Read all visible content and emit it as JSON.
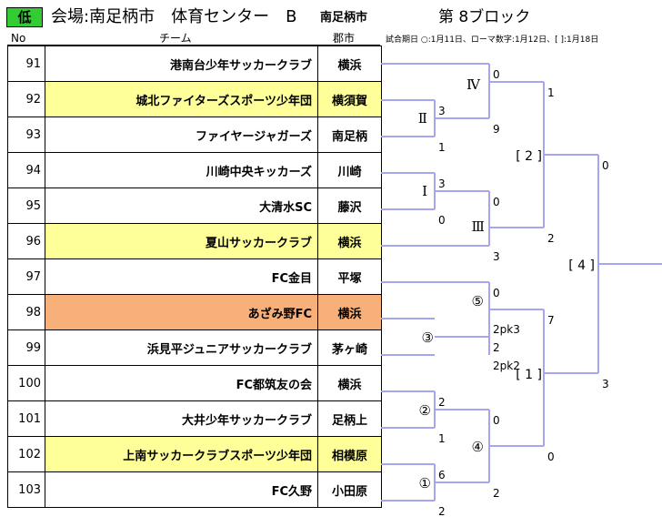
{
  "header": {
    "badge": "低",
    "venue": "会場:南足柄市　体育センター　B",
    "venue_sub": "南足柄市",
    "block": "第 8ブロック",
    "col_no": "No",
    "col_team": "チーム",
    "col_city": "郡市",
    "legend": "試合期日 ○:1月11日、ローマ数字:1月12日、[ ]:1月18日"
  },
  "colors": {
    "badge": "#33cc33",
    "yellow": "#ffff99",
    "orange": "#f7b07a",
    "bracket": "#a6a6f0"
  },
  "teams": [
    {
      "no": "91",
      "name": "港南台少年サッカークラブ",
      "city": "横浜",
      "hl": ""
    },
    {
      "no": "92",
      "name": "城北ファイターズスポーツ少年団",
      "city": "横須賀",
      "hl": "yellow"
    },
    {
      "no": "93",
      "name": "ファイヤージャガーズ",
      "city": "南足柄",
      "hl": ""
    },
    {
      "no": "94",
      "name": "川崎中央キッカーズ",
      "city": "川崎",
      "hl": ""
    },
    {
      "no": "95",
      "name": "大清水SC",
      "city": "藤沢",
      "hl": ""
    },
    {
      "no": "96",
      "name": "夏山サッカークラブ",
      "city": "横浜",
      "hl": "yellow"
    },
    {
      "no": "97",
      "name": "FC金目",
      "city": "平塚",
      "hl": ""
    },
    {
      "no": "98",
      "name": "あざみ野FC",
      "city": "横浜",
      "hl": "orange"
    },
    {
      "no": "99",
      "name": "浜見平ジュニアサッカークラブ",
      "city": "茅ヶ崎",
      "hl": ""
    },
    {
      "no": "100",
      "name": "FC都筑友の会",
      "city": "横浜",
      "hl": ""
    },
    {
      "no": "101",
      "name": "大井少年サッカークラブ",
      "city": "足柄上",
      "hl": ""
    },
    {
      "no": "102",
      "name": "上南サッカークラブスポーツ少年団",
      "city": "相模原",
      "hl": "yellow"
    },
    {
      "no": "103",
      "name": "FC久野",
      "city": "小田原",
      "hl": ""
    }
  ],
  "matches": [
    {
      "label": "Ⅱ",
      "top": "3",
      "bottom": "1"
    },
    {
      "label": "Ⅳ",
      "top": "0",
      "bottom": "9"
    },
    {
      "label": "Ⅰ",
      "top": "3",
      "bottom": "0"
    },
    {
      "label": "Ⅲ",
      "top": "0",
      "bottom": "3"
    },
    {
      "label": "[ 2 ]",
      "top": "1",
      "bottom": "2"
    },
    {
      "label": "③",
      "top": "2pk3",
      "bottom": "2pk2"
    },
    {
      "label": "⑤",
      "top": "0",
      "bottom": "2"
    },
    {
      "label": "②",
      "top": "2",
      "bottom": "1"
    },
    {
      "label": "①",
      "top": "6",
      "bottom": "2"
    },
    {
      "label": "④",
      "top": "0",
      "bottom": "2"
    },
    {
      "label": "[ 1 ]",
      "top": "7",
      "bottom": "0"
    },
    {
      "label": "[ 4 ]",
      "top": "0",
      "bottom": "3"
    }
  ]
}
